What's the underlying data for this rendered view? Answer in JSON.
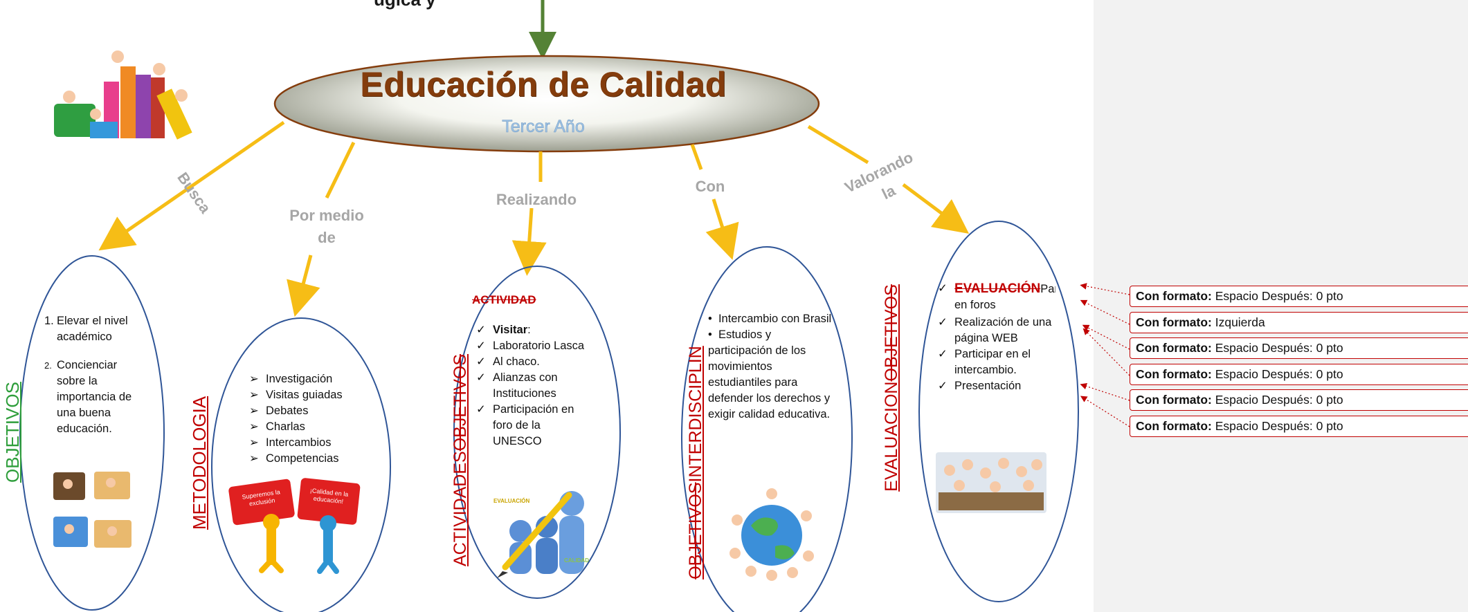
{
  "colors": {
    "arrow": "#f6bd16",
    "top_arrow": "#548235",
    "ellipse_border": "#2f5597",
    "title": "#843c0c",
    "subtitle": "#9dc3e6",
    "connector": "#a6a6a6",
    "objetivos_label": "#2e9e3b",
    "section_label": "#c00000",
    "comment_border": "#c00000",
    "panel_bg": "#f2f2f2"
  },
  "header": {
    "cut_text": "ügica y"
  },
  "main": {
    "title": "Educación de Calidad",
    "subtitle": "Tercer Año"
  },
  "connectors": {
    "busca": "Busca",
    "por_medio": "Por medio de",
    "realizando": "Realizando",
    "con": "Con",
    "valorando": "Valorando la"
  },
  "labels": {
    "objetivos": "OBJETIVOS",
    "metodologia": "METODOLOGIA",
    "actividades": "ACTIVIDADES",
    "actividades_struck": "OBJETIVOS",
    "interdisciplin_struck": "OBJETIVOS",
    "interdisciplin": "INTERDISCIPLIN",
    "evaluacion": "EVALUACION",
    "evaluacion_struck": "OBJETIVOS"
  },
  "objetivos": [
    {
      "marker": "1.",
      "text": "Elevar el nivel académico"
    },
    {
      "marker": "2.",
      "text": "Concienciar sobre la importancia de una buena educación."
    }
  ],
  "metodologia": [
    "Investigación",
    "Visitas guiadas",
    "Debates",
    "Charlas",
    "Intercambios",
    "Competencias"
  ],
  "actividad": {
    "struck_heading": "ACTIVIDAD",
    "items": [
      {
        "bold": "Visitar",
        "rest": ":"
      },
      {
        "bold": "",
        "rest": "Laboratorio Lasca"
      },
      {
        "bold": "",
        "rest": "Al chaco."
      },
      {
        "bold": "",
        "rest": "Alianzas con Instituciones"
      },
      {
        "bold": "",
        "rest": "Participación en foro de la UNESCO"
      }
    ]
  },
  "interdisciplin": [
    "Intercambio con Brasil",
    "Estudios y participación de los movimientos estudiantiles para defender los derechos y exigir calidad educativa."
  ],
  "evaluacion": {
    "struck_heading": "EVALUACIÓN",
    "items": [
      "Participación en foros",
      "Realización de una página WEB",
      "Participar en el intercambio.",
      "Presentación"
    ]
  },
  "pictures": {
    "puzzle_left": "Superemos la exclusión",
    "puzzle_right": "¡Calidad en la educación!",
    "eval_top": "EVALUACIÓN",
    "eval_bottom": "CALIDAD"
  },
  "icons": {
    "check": "✓",
    "arrow_bullet": "➢",
    "dot": "•"
  },
  "comments": [
    {
      "label": "Con formato:",
      "text": " Espacio Después:  0 pto"
    },
    {
      "label": "Con formato:",
      "text": " Izquierda"
    },
    {
      "label": "Con formato:",
      "text": " Espacio Después:  0 pto"
    },
    {
      "label": "Con formato:",
      "text": " Espacio Después:  0 pto"
    },
    {
      "label": "Con formato:",
      "text": " Espacio Después:  0 pto"
    },
    {
      "label": "Con formato:",
      "text": " Espacio Después:  0 pto"
    }
  ]
}
